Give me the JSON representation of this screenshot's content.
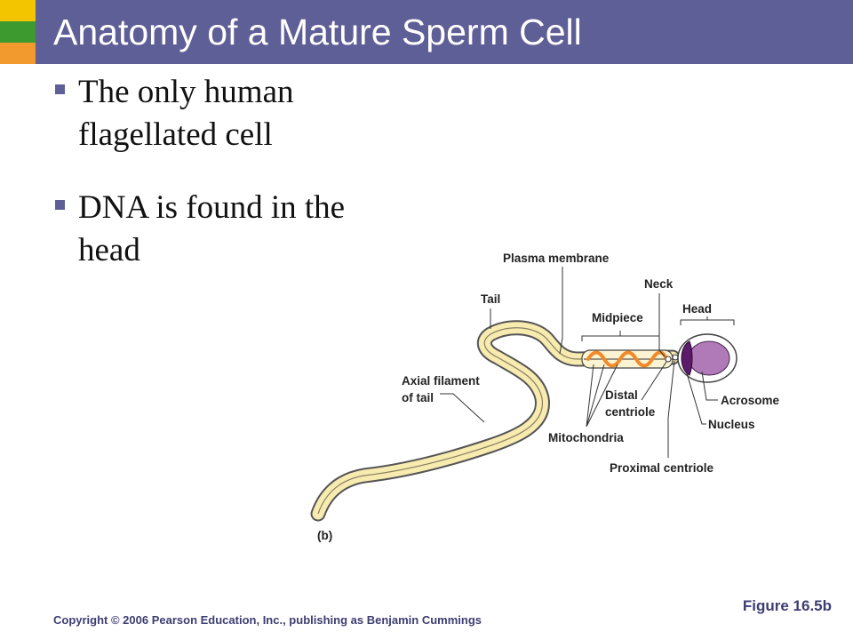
{
  "slide": {
    "title": "Anatomy of a Mature Sperm Cell",
    "bullets": [
      {
        "line1": "The only human",
        "line2": "flagellated cell"
      },
      {
        "line1": "DNA is found in the",
        "line2": "head"
      }
    ],
    "figure_ref": "Figure 16.5b",
    "copyright": "Copyright © 2006 Pearson Education, Inc., publishing as Benjamin Cummings"
  },
  "diagram": {
    "panel_label": "(b)",
    "labels": {
      "plasma_membrane": "Plasma membrane",
      "neck": "Neck",
      "tail": "Tail",
      "midpiece": "Midpiece",
      "head": "Head",
      "axial_filament_1": "Axial filament",
      "axial_filament_2": "of tail",
      "distal_centriole_1": "Distal",
      "distal_centriole_2": "centriole",
      "acrosome": "Acrosome",
      "nucleus": "Nucleus",
      "mitochondria": "Mitochondria",
      "proximal_centriole": "Proximal centriole"
    }
  },
  "colors": {
    "title_bar": "#5f5f97",
    "accent_yellow": "#f2c500",
    "accent_green": "#3c9a2e",
    "accent_orange": "#f29a2e",
    "tail_fill": "#f7ebb0",
    "mitochondria": "#f08a2a",
    "nucleus": "#5c1a6a",
    "acrosome": "#b07ab8"
  }
}
